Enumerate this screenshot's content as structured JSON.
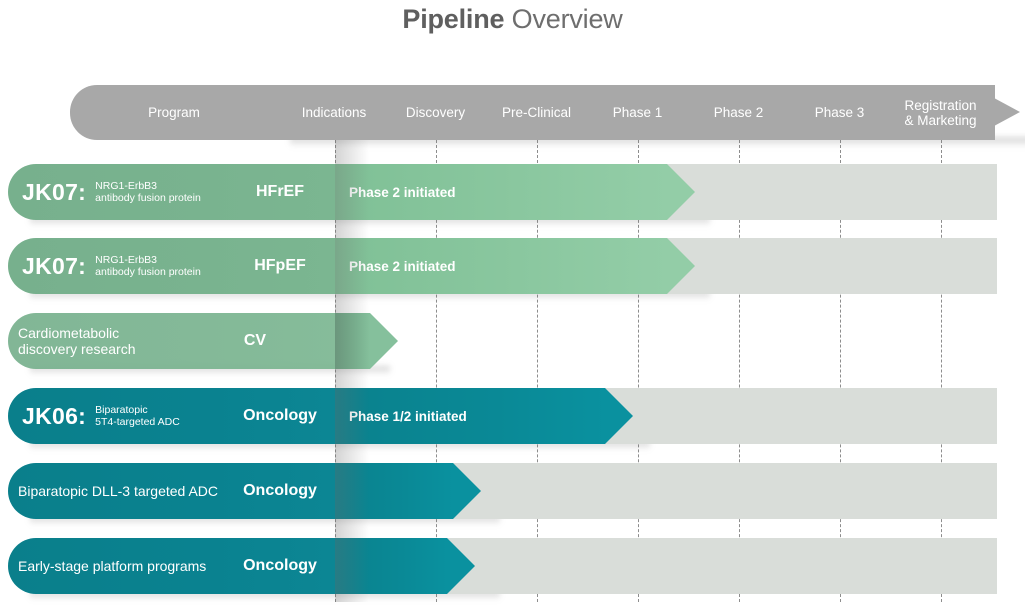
{
  "title": {
    "bold": "Pipeline",
    "rest": " Overview"
  },
  "colors": {
    "header_bar": "#a8a8a8",
    "green": "#7bb691",
    "green_light": "#93cda7",
    "teal": "#0a8290",
    "teal_light": "#0a919f",
    "track": "#d9ddd9",
    "title_text": "#6e6e6e"
  },
  "header": {
    "columns": [
      {
        "label": "Program"
      },
      {
        "label": "Indications"
      },
      {
        "label": "Discovery"
      },
      {
        "label": "Pre-Clinical"
      },
      {
        "label": "Phase 1"
      },
      {
        "label": "Phase 2"
      },
      {
        "label": "Phase 3"
      },
      {
        "label": "Registration\n& Marketing"
      }
    ]
  },
  "rows": [
    {
      "program_code": "JK07:",
      "program_desc": "NRG1-ErbB3\nantibody fusion protein",
      "indication": "HFrEF",
      "stage_label": "Phase 2 initiated",
      "color": "green",
      "progress_to": "Phase 2"
    },
    {
      "program_code": "JK07:",
      "program_desc": "NRG1-ErbB3\nantibody fusion protein",
      "indication": "HFpEF",
      "stage_label": "Phase 2 initiated",
      "color": "green",
      "progress_to": "Phase 2"
    },
    {
      "program_code": "",
      "program_desc": "Cardiometabolic\ndiscovery research",
      "indication": "CV",
      "stage_label": "",
      "color": "green",
      "progress_to": "Discovery"
    },
    {
      "program_code": "JK06:",
      "program_desc": "Biparatopic\n5T4-targeted ADC",
      "indication": "Oncology",
      "stage_label": "Phase 1/2 initiated",
      "color": "teal",
      "progress_to": "Phase 1"
    },
    {
      "program_code": "",
      "program_desc": "Biparatopic DLL-3 targeted ADC",
      "indication": "Oncology",
      "stage_label": "",
      "color": "teal",
      "progress_to": "Pre-Clinical"
    },
    {
      "program_code": "",
      "program_desc": "Early-stage platform programs",
      "indication": "Oncology",
      "stage_label": "",
      "color": "teal",
      "progress_to": "Discovery"
    }
  ]
}
